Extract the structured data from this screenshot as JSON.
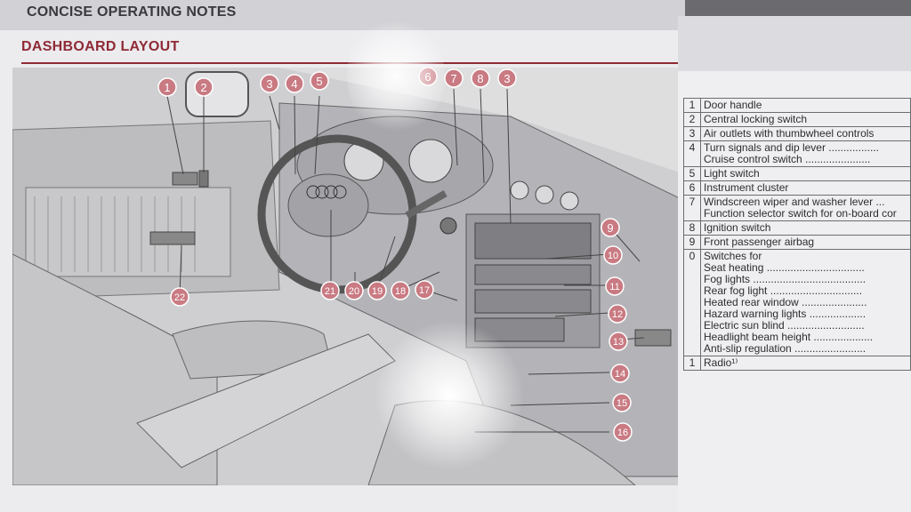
{
  "header": {
    "section_label": "CONCISE OPERATING NOTES",
    "page_title": "DASHBOARD LAYOUT"
  },
  "colors": {
    "accent": "#8e2a35",
    "callout_fill": "#c97a82",
    "paper": "#ecebee"
  },
  "illustration": {
    "subject": "car-dashboard-interior",
    "callouts": [
      "1",
      "2",
      "3",
      "4",
      "5",
      "6",
      "7",
      "8",
      "3",
      "9",
      "10",
      "11",
      "12",
      "13",
      "14",
      "15",
      "16",
      "17",
      "18",
      "19",
      "20",
      "21",
      "22"
    ]
  },
  "legend": [
    {
      "num": "1",
      "lines": [
        "Door handle"
      ]
    },
    {
      "num": "2",
      "lines": [
        "Central locking switch"
      ]
    },
    {
      "num": "3",
      "lines": [
        "Air outlets with thumbwheel controls"
      ]
    },
    {
      "num": "4",
      "lines": [
        "Turn signals and dip lever .................",
        "Cruise control switch ......................"
      ]
    },
    {
      "num": "5",
      "lines": [
        "Light switch"
      ]
    },
    {
      "num": "6",
      "lines": [
        "Instrument cluster"
      ]
    },
    {
      "num": "7",
      "lines": [
        "Windscreen wiper and washer lever ...",
        "Function selector switch for on-board cor"
      ]
    },
    {
      "num": "8",
      "lines": [
        "Ignition switch"
      ]
    },
    {
      "num": "9",
      "lines": [
        "Front passenger airbag"
      ]
    },
    {
      "num": "0",
      "lines": [
        "Switches for",
        "Seat heating .................................",
        "Fog lights ......................................",
        "Rear fog light ...............................",
        "Heated rear window ......................",
        "Hazard warning lights ...................",
        "Electric sun blind ..........................",
        "Headlight beam height ....................",
        "Anti-slip regulation ........................"
      ]
    },
    {
      "num": "1",
      "lines": [
        "Radio¹⁾"
      ]
    }
  ]
}
